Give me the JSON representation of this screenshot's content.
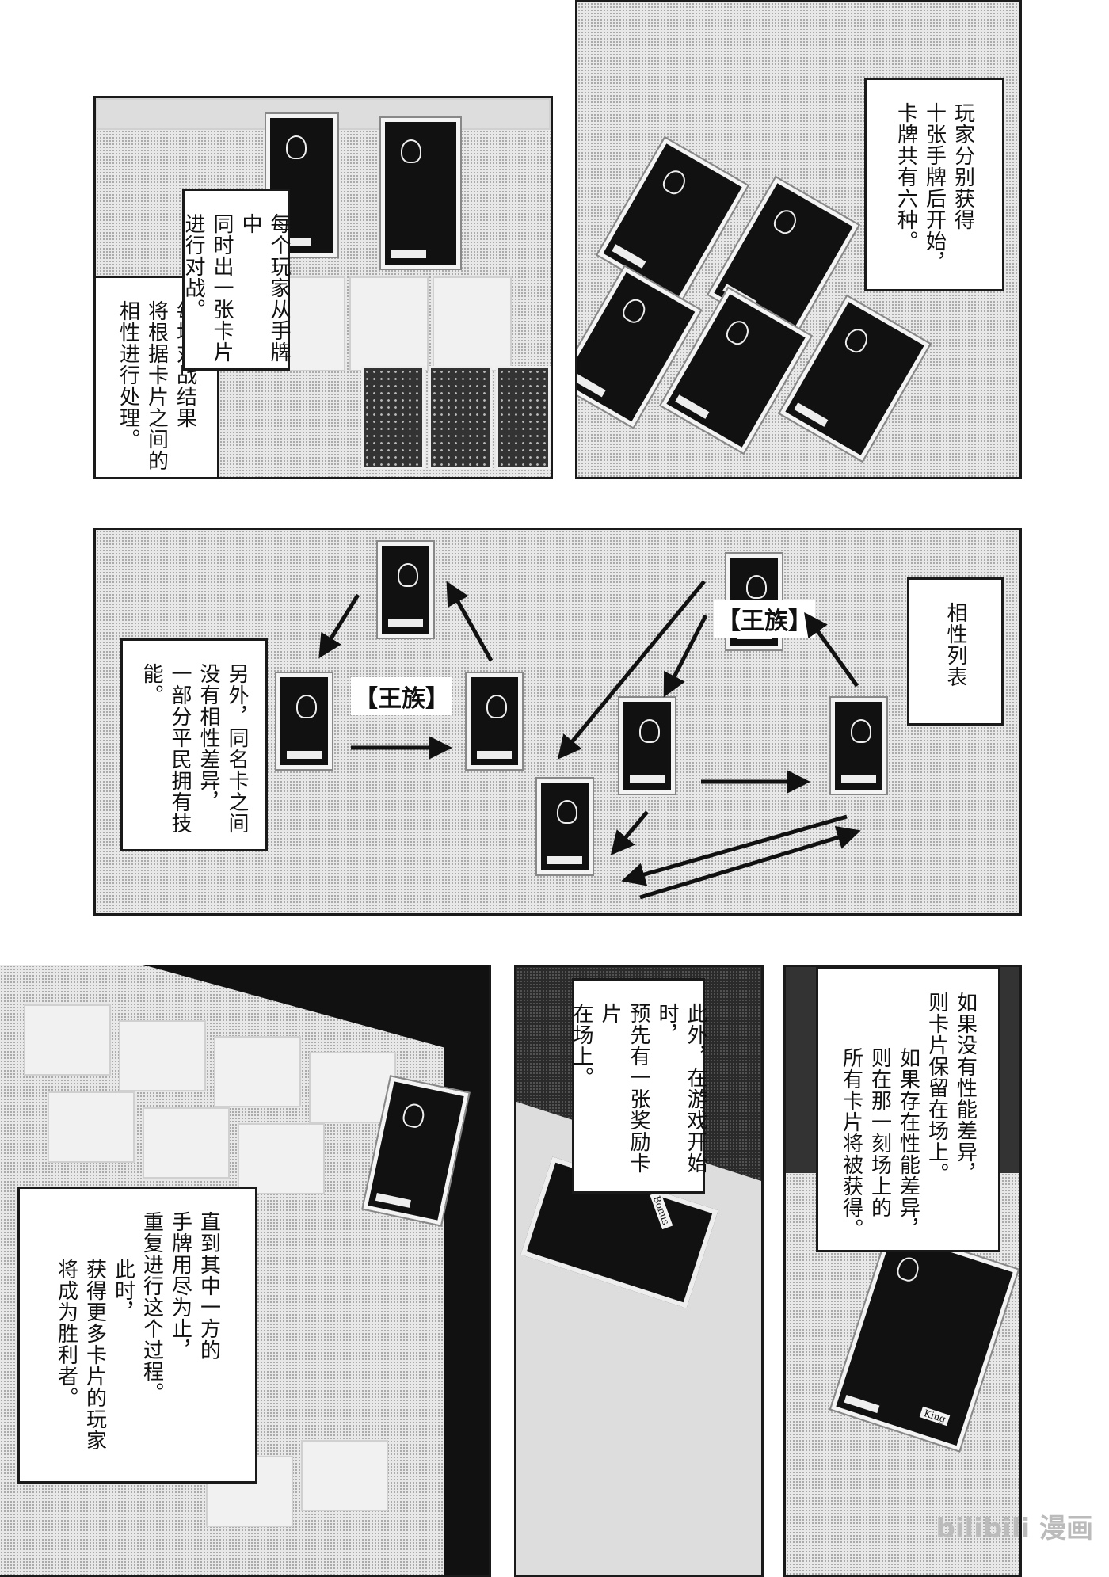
{
  "panel1": {
    "box_a": [
      "每个玩家从手牌中",
      "同时出一张卡片",
      "进行对战。"
    ],
    "box_b": [
      "每场对战结果",
      "将根据卡片之间的",
      "相性进行处理。"
    ]
  },
  "panel2": {
    "box": [
      "玩家分别获得",
      "十张手牌后开始，",
      "卡牌共有六种。"
    ]
  },
  "panel3": {
    "note": [
      "另外，同名卡之间",
      "没有相性差异，",
      "一部分平民拥有技能。"
    ],
    "title": "相性列表",
    "royal_label_left": "【王族】",
    "royal_label_right": "【王族】"
  },
  "panel4": {
    "box": [
      "直到其中一方的",
      "手牌用尽为止，",
      "重复进行这个过程。",
      "此时，",
      "获得更多卡片的玩家",
      "将成为胜利者。"
    ]
  },
  "panel5": {
    "box": [
      "此外，在游戏开始时，",
      "预先有一张奖励卡片",
      "在场上。"
    ],
    "card_name": "Bonus"
  },
  "panel6": {
    "box": [
      "如果没有性能差异，",
      "则卡片保留在场上。",
      "如果存在性能差异，",
      "则在那一刻场上的",
      "所有卡片将被获得。"
    ],
    "card_name": "King"
  },
  "watermark": "bilibili 漫画"
}
